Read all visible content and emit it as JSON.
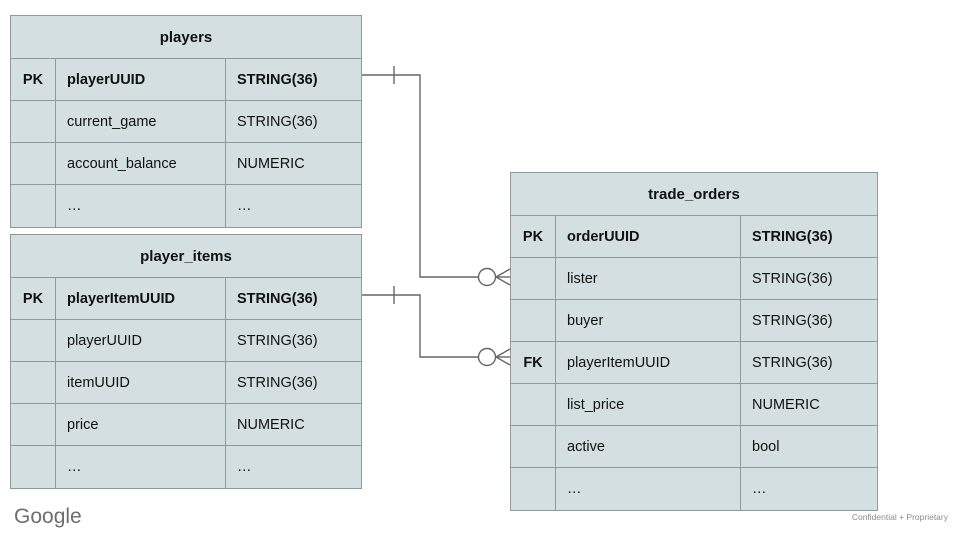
{
  "diagram": {
    "type": "entity-relationship-diagram",
    "notation": "crows-foot",
    "background_color": "#ffffff",
    "entity_fill_color": "#d4dfe1",
    "entity_border_color": "#8f9a9c",
    "connector_color": "#666666"
  },
  "entities": [
    {
      "id": "players",
      "title": "players",
      "rows": [
        {
          "key": "PK",
          "name": "playerUUID",
          "type": "STRING(36)",
          "primary": true
        },
        {
          "key": "",
          "name": "current_game",
          "type": "STRING(36)",
          "primary": false
        },
        {
          "key": "",
          "name": "account_balance",
          "type": "NUMERIC",
          "primary": false
        },
        {
          "key": "",
          "name": "…",
          "type": "…",
          "primary": false
        }
      ]
    },
    {
      "id": "player_items",
      "title": "player_items",
      "rows": [
        {
          "key": "PK",
          "name": "playerItemUUID",
          "type": "STRING(36)",
          "primary": true
        },
        {
          "key": "",
          "name": "playerUUID",
          "type": "STRING(36)",
          "primary": false
        },
        {
          "key": "",
          "name": "itemUUID",
          "type": "STRING(36)",
          "primary": false
        },
        {
          "key": "",
          "name": "price",
          "type": "NUMERIC",
          "primary": false
        },
        {
          "key": "",
          "name": "…",
          "type": "…",
          "primary": false
        }
      ]
    },
    {
      "id": "trade_orders",
      "title": "trade_orders",
      "rows": [
        {
          "key": "PK",
          "name": "orderUUID",
          "type": "STRING(36)",
          "primary": true
        },
        {
          "key": "",
          "name": "lister",
          "type": "STRING(36)",
          "primary": false
        },
        {
          "key": "",
          "name": "buyer",
          "type": "STRING(36)",
          "primary": false
        },
        {
          "key": "FK",
          "name": "playerItemUUID",
          "type": "STRING(36)",
          "primary": false
        },
        {
          "key": "",
          "name": "list_price",
          "type": "NUMERIC",
          "primary": false
        },
        {
          "key": "",
          "name": "active",
          "type": "bool",
          "primary": false
        },
        {
          "key": "",
          "name": "…",
          "type": "…",
          "primary": false
        }
      ]
    }
  ],
  "relationships": [
    {
      "id": "players-to-trade-orders",
      "from_entity": "players",
      "from_field": "playerUUID",
      "from_cardinality": "one",
      "to_entity": "trade_orders",
      "to_field": "lister",
      "to_cardinality": "zero-or-many"
    },
    {
      "id": "player-items-to-trade-orders",
      "from_entity": "player_items",
      "from_field": "playerItemUUID",
      "from_cardinality": "one",
      "to_entity": "trade_orders",
      "to_field": "playerItemUUID",
      "to_cardinality": "zero-or-many"
    }
  ],
  "footer": {
    "logo_text": "Google",
    "note": "Confidential + Proprietary"
  }
}
